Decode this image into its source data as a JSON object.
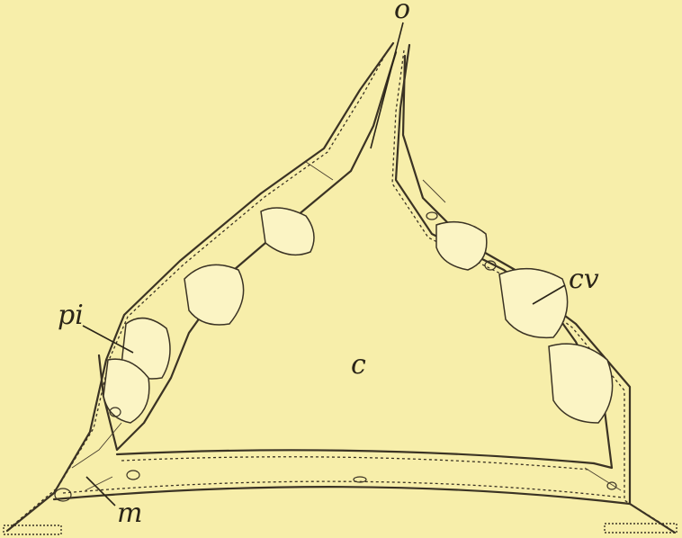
{
  "labels": {
    "o": "o",
    "pi": "pi",
    "cv": "cv",
    "c": "c",
    "m": "m"
  },
  "colors": {
    "background": "#f7eeaa",
    "ink": "#3b3324"
  }
}
